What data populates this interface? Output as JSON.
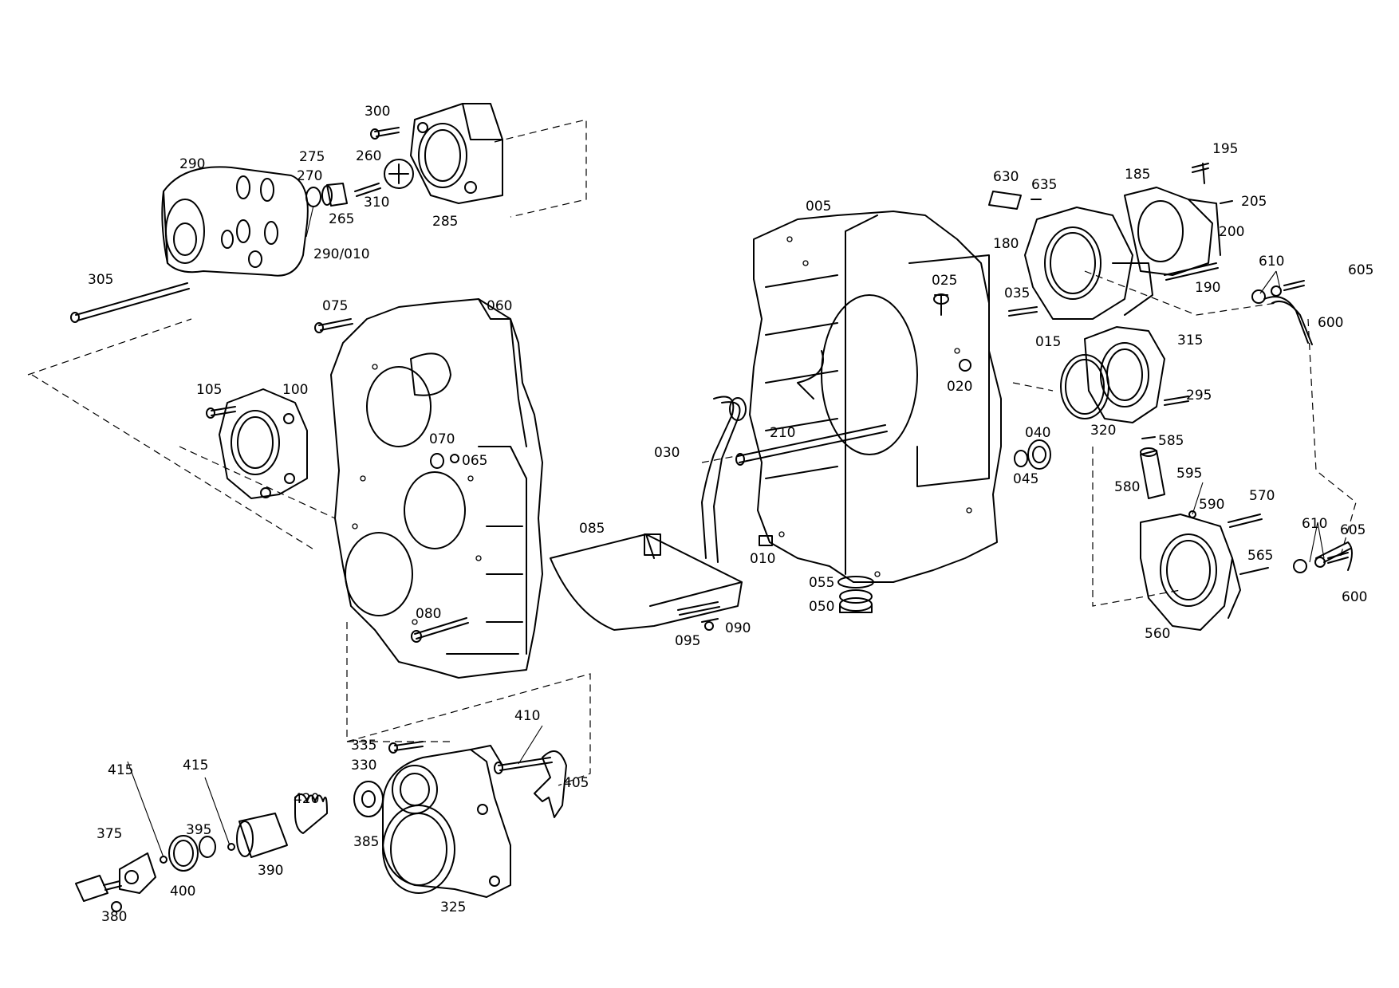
{
  "labels": {
    "p005": "005",
    "p010": "010",
    "p015": "015",
    "p020": "020",
    "p025": "025",
    "p030": "030",
    "p035": "035",
    "p040": "040",
    "p045": "045",
    "p050": "050",
    "p055": "055",
    "p060": "060",
    "p065": "065",
    "p070": "070",
    "p075": "075",
    "p080": "080",
    "p085": "085",
    "p090": "090",
    "p095": "095",
    "p100": "100",
    "p105": "105",
    "p180": "180",
    "p185": "185",
    "p190": "190",
    "p195": "195",
    "p200": "200",
    "p205": "205",
    "p210": "210",
    "p260": "260",
    "p265": "265",
    "p270": "270",
    "p275": "275",
    "p285": "285",
    "p290": "290",
    "p290_010": "290/010",
    "p295": "295",
    "p300": "300",
    "p305": "305",
    "p310": "310",
    "p315": "315",
    "p320": "320",
    "p325": "325",
    "p330": "330",
    "p335": "335",
    "p375": "375",
    "p380": "380",
    "p385": "385",
    "p390": "390",
    "p395": "395",
    "p400": "400",
    "p405": "405",
    "p410": "410",
    "p415a": "415",
    "p415b": "415",
    "p420": "420",
    "p560": "560",
    "p565": "565",
    "p570": "570",
    "p580": "580",
    "p585": "585",
    "p590": "590",
    "p595": "595",
    "p600a": "600",
    "p600b": "600",
    "p605a": "605",
    "p605b": "605",
    "p610a": "610",
    "p610b": "610",
    "p630": "630",
    "p635": "635"
  },
  "colors": {
    "ink": "#000000",
    "paper": "#ffffff"
  }
}
